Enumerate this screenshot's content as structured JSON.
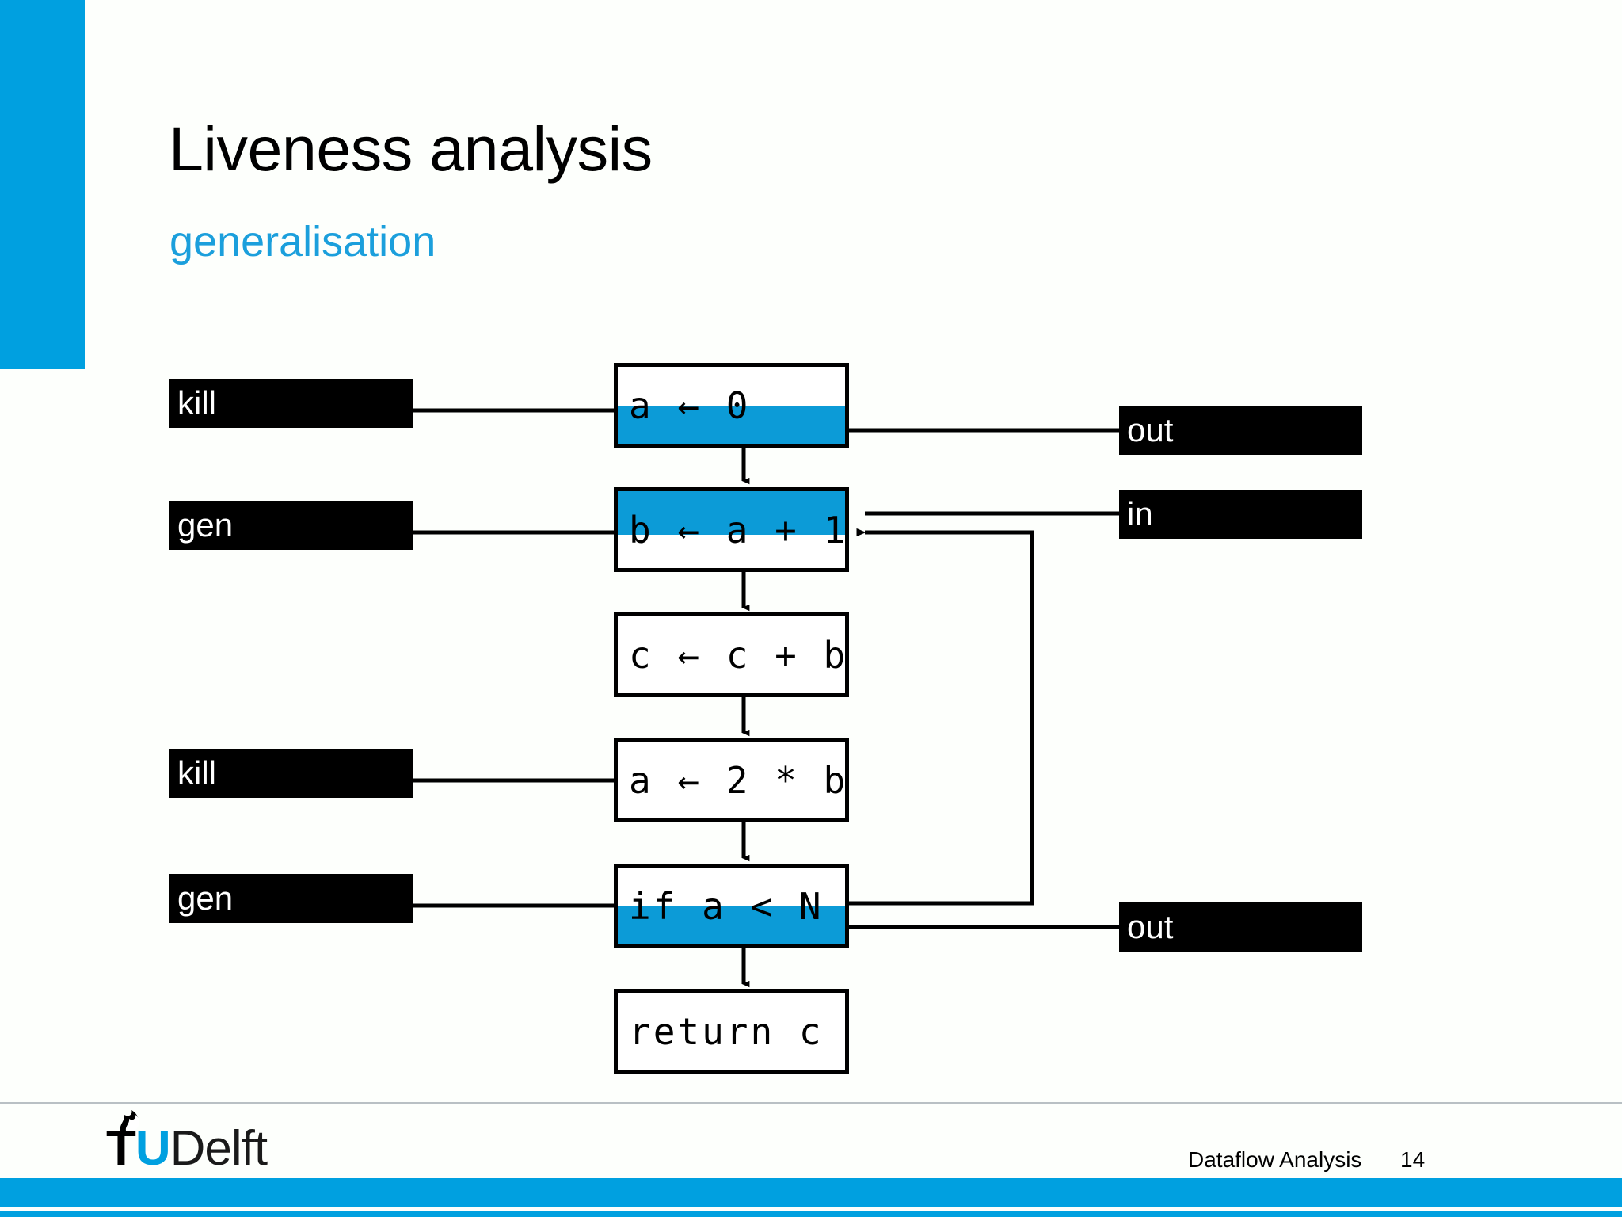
{
  "slide": {
    "title": "Liveness analysis",
    "subtitle": "generalisation",
    "accent_blue": "#00a0e0",
    "highlight_blue": "#0c9bd7"
  },
  "flowchart": {
    "nodes": [
      {
        "id": "n1",
        "code": "a ← 0",
        "highlight": "bottom"
      },
      {
        "id": "n2",
        "code": "b ← a + 1",
        "highlight": "top"
      },
      {
        "id": "n3",
        "code": "c ← c + b",
        "highlight": "none"
      },
      {
        "id": "n4",
        "code": "a ← 2 * b",
        "highlight": "none"
      },
      {
        "id": "n5",
        "code": "if a < N",
        "highlight": "bottom"
      },
      {
        "id": "n6",
        "code": "return c",
        "highlight": "none"
      }
    ]
  },
  "annotations": {
    "left": [
      {
        "label": "kill",
        "target": "n1"
      },
      {
        "label": "gen",
        "target": "n2"
      },
      {
        "label": "kill",
        "target": "n4"
      },
      {
        "label": "gen",
        "target": "n5"
      }
    ],
    "right": [
      {
        "label": "out",
        "target": "n1"
      },
      {
        "label": "in",
        "target": "n2"
      },
      {
        "label": "out",
        "target": "n5"
      }
    ]
  },
  "footer": {
    "course": "Dataflow Analysis",
    "page_number": "14",
    "logo": {
      "t": "T",
      "u": "U",
      "delft": "Delft"
    }
  }
}
